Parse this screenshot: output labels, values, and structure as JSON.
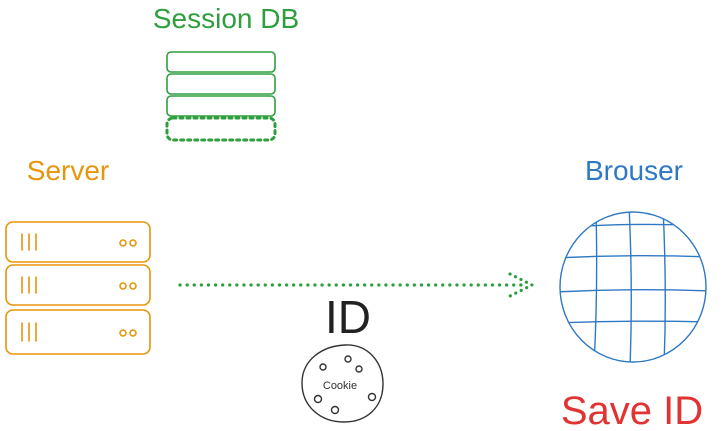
{
  "labels": {
    "session_db": "Session DB",
    "server": "Server",
    "browser": "Brouser",
    "id": "ID",
    "cookie": "Cookie",
    "save_id": "Save ID"
  },
  "colors": {
    "session_db": "#2e9e3e",
    "server": "#e8950e",
    "browser": "#2f78c4",
    "arrow": "#2e9e3e",
    "id_text": "#222222",
    "cookie": "#333333",
    "save_id": "#e03333"
  },
  "icons": {
    "database": "database-icon",
    "server": "server-rack-icon",
    "browser": "globe-icon",
    "cookie": "cookie-icon",
    "arrow": "dotted-arrow-icon"
  }
}
